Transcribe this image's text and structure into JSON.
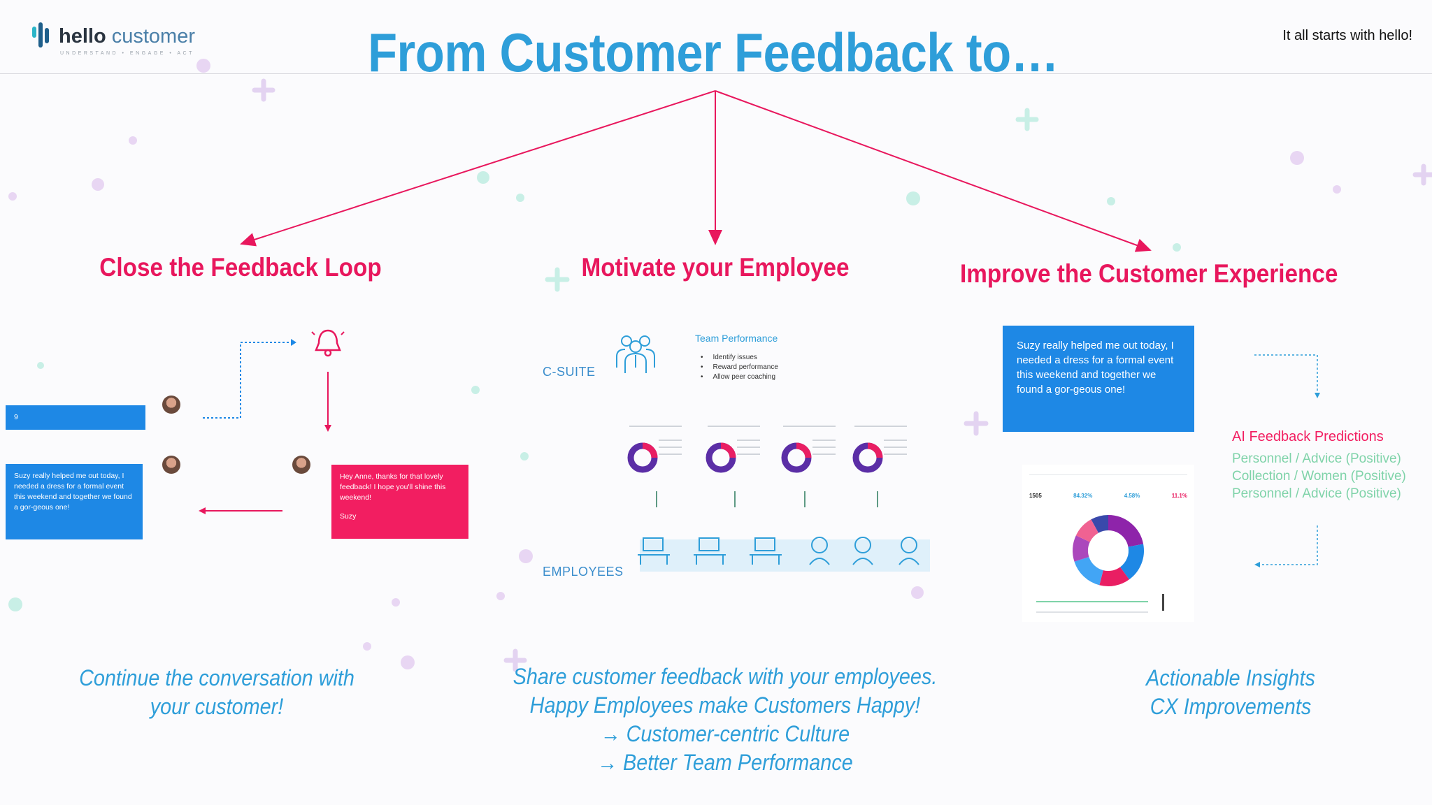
{
  "brand": {
    "name_bold": "hello",
    "name_light": "customer",
    "tagline": "UNDERSTAND • ENGAGE • ACT"
  },
  "slogan": "It all starts with hello!",
  "title": "From Customer Feedback to…",
  "columns": [
    {
      "heading": "Close the Feedback Loop",
      "caption": [
        "Continue the conversation with",
        "your customer!"
      ]
    },
    {
      "heading": "Motivate your Employee",
      "caption": [
        "Share customer feedback with your employees.",
        "Happy Employees make Customers Happy!",
        "→  Customer-centric Culture",
        "→  Better Team Performance"
      ]
    },
    {
      "heading": "Improve the Customer Experience",
      "caption": [
        "Actionable Insights",
        "CX Improvements"
      ]
    }
  ],
  "feedback_loop": {
    "small_bubble_text": "9",
    "customer_message": "Suzy really helped me out today, I needed a dress for a formal event this weekend and together we found a gor-geous one!",
    "reply_message": "Hey Anne, thanks for that lovely feedback! I hope you'll shine this weekend!",
    "reply_signature": "Suzy"
  },
  "employee": {
    "csuite_label": "C-SUITE",
    "employees_label": "EMPLOYEES",
    "team_performance_title": "Team Performance",
    "team_performance_items": [
      "Identify issues",
      "Reward performance",
      "Allow peer coaching"
    ]
  },
  "cx": {
    "quote": "Suzy really helped me out today, I needed a dress for a formal event this weekend and together we found a gor-geous one!",
    "ai_title": "AI Feedback Predictions",
    "ai_items": [
      "Personnel / Advice  (Positive)",
      "Collection / Women (Positive)",
      "Personnel / Advice (Positive)"
    ],
    "dashboard_stats": [
      "1505",
      "84.32%",
      "4.58%",
      "11.1%"
    ],
    "donut_segments": [
      0.22,
      0.18,
      0.14,
      0.16,
      0.12,
      0.1,
      0.08
    ],
    "donut_colors": [
      "#8e24aa",
      "#1e88e5",
      "#e91e63",
      "#42a5f5",
      "#ab47bc",
      "#f06292",
      "#3949ab"
    ]
  },
  "colors": {
    "accent_blue": "#2e9ed9",
    "accent_pink": "#e8175d"
  }
}
